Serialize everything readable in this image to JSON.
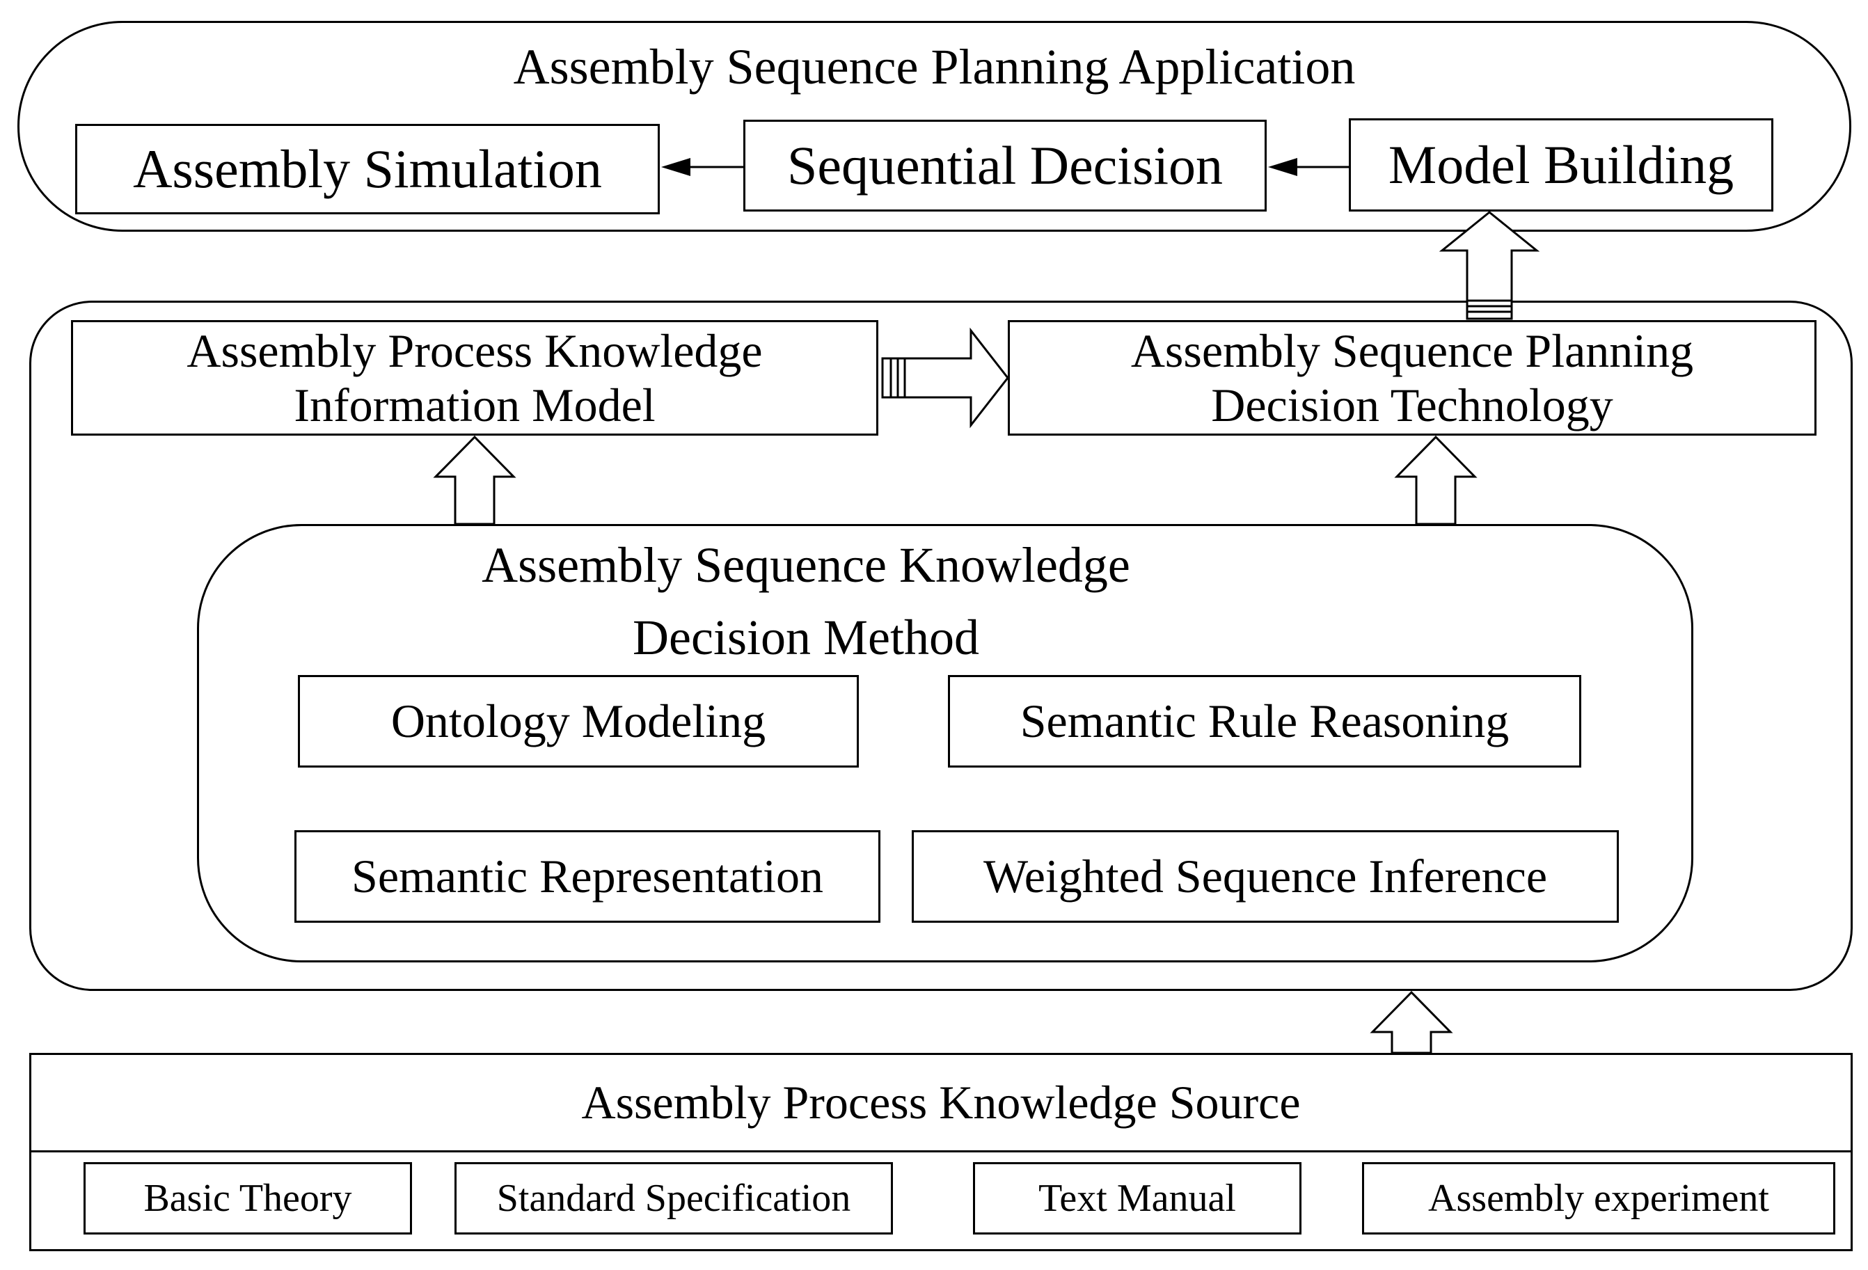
{
  "application": {
    "title": "Assembly Sequence Planning Application",
    "steps": [
      "Assembly Simulation",
      "Sequential Decision",
      "Model Building"
    ]
  },
  "middle": {
    "info_model": {
      "line1": "Assembly Process Knowledge",
      "line2": "Information Model"
    },
    "decision_tech": {
      "line1": "Assembly Sequence Planning",
      "line2": "Decision Technology"
    },
    "method": {
      "line1": "Assembly Sequence Knowledge",
      "line2": "Decision Method",
      "items": [
        "Ontology Modeling",
        "Semantic Rule Reasoning",
        "Semantic Representation",
        "Weighted Sequence Inference"
      ]
    }
  },
  "source": {
    "title": "Assembly Process Knowledge Source",
    "items": [
      "Basic Theory",
      "Standard Specification",
      "Text Manual",
      "Assembly experiment"
    ]
  }
}
